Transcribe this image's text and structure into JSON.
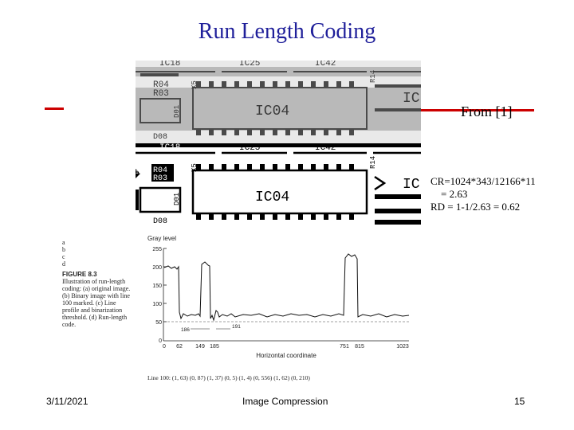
{
  "slide": {
    "title": "Run Length Coding",
    "from_ref": "From [1]",
    "cr_text": "CR=1024*343/12166*11\n    = 2.63\nRD = 1-1/2.63 = 0.62",
    "footer": {
      "date": "3/11/2021",
      "subject": "Image Compression",
      "page": "15"
    }
  },
  "figure": {
    "panel_letters": [
      "a",
      "b",
      "c",
      "d"
    ],
    "caption_label": "FIGURE 8.3",
    "caption_text": "Illustration of run-length coding: (a) original image. (b) Binary image with line 100 marked. (c) Line profile and binarization threshold. (d) Run-length code.",
    "binary_marker": "100",
    "chips": {
      "ic04": "IC04",
      "ic18": "IC18",
      "ic25": "IC25",
      "ic42": "IC42",
      "r04": "R04",
      "r03": "R03",
      "d01": "D01",
      "d08": "D08",
      "x5": "X5",
      "s": "S",
      "ic": "IC",
      "r14": "R14"
    },
    "plot": {
      "ylabel": "Gray level",
      "xlabel": "Horizontal coordinate",
      "yticks": [
        "255",
        "200",
        "150",
        "100",
        "50",
        "0"
      ],
      "xticks": [
        "0",
        "62",
        "149",
        "185",
        "751",
        "815",
        "1023"
      ],
      "annot_186": "186",
      "annot_191": "191"
    },
    "line100": "Line 100: (1, 63) (0, 87) (1, 37) (0, 5) (1, 4) (0, 556) (1, 62) (0, 210)"
  },
  "colors": {
    "title": "#1f1f9a",
    "accent_line": "#cc0000"
  }
}
